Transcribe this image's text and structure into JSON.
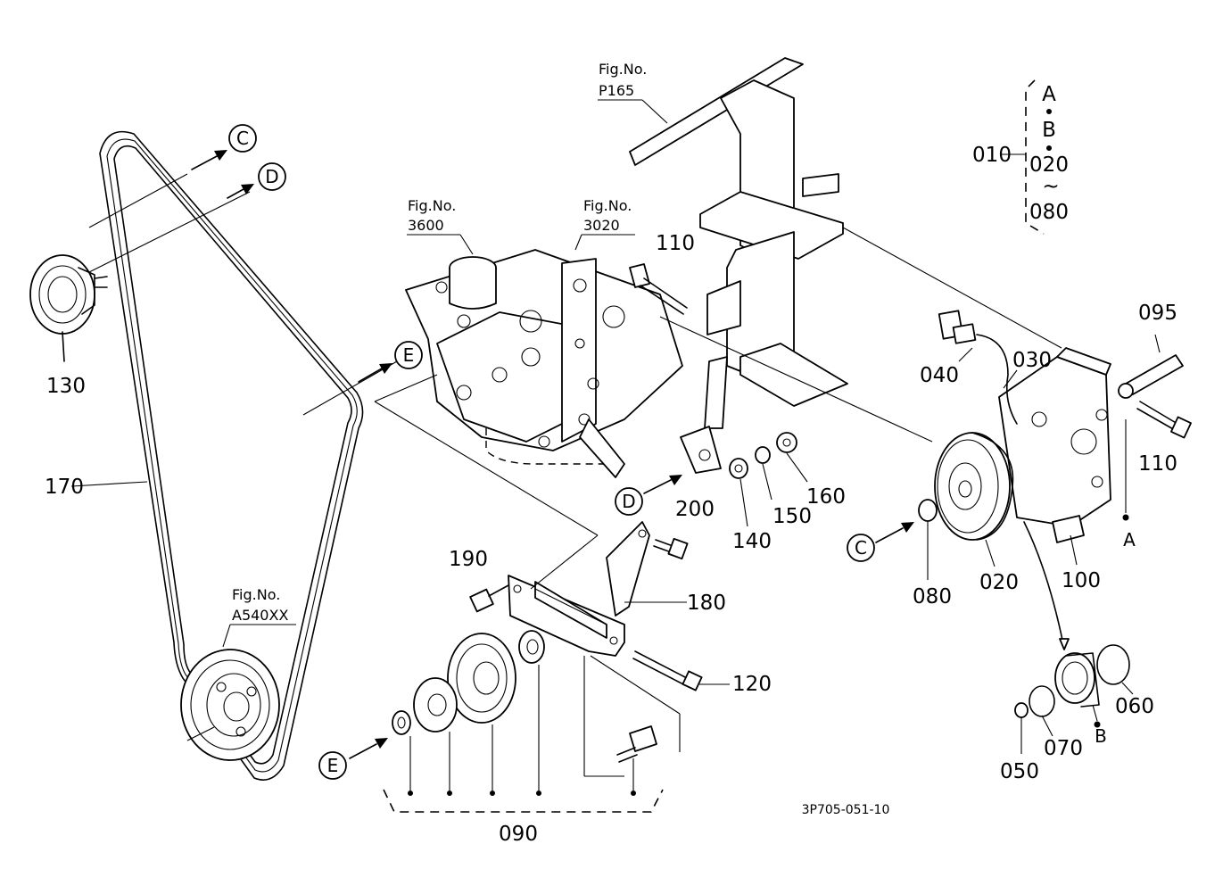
{
  "diagram_code": "3P705-051-10",
  "callouts": {
    "p010": "010",
    "p020": "020",
    "p030": "030",
    "p040": "040",
    "p050": "050",
    "p060": "060",
    "p070": "070",
    "p080": "080",
    "p090": "090",
    "p095": "095",
    "p100": "100",
    "p110a": "110",
    "p110b": "110",
    "p120": "120",
    "p130": "130",
    "p140": "140",
    "p150": "150",
    "p160": "160",
    "p170": "170",
    "p180": "180",
    "p190": "190",
    "p200": "200"
  },
  "group_legend": {
    "a": "A",
    "b": "B",
    "from": "020",
    "tilde": "~",
    "to": "080"
  },
  "fig_refs": {
    "fig_label": "Fig.No.",
    "p165": "P165",
    "r3600": "3600",
    "r3020": "3020",
    "a540": "A540XX"
  },
  "markers": {
    "a": "A",
    "b": "B",
    "c": "C",
    "d": "D",
    "e": "E"
  }
}
